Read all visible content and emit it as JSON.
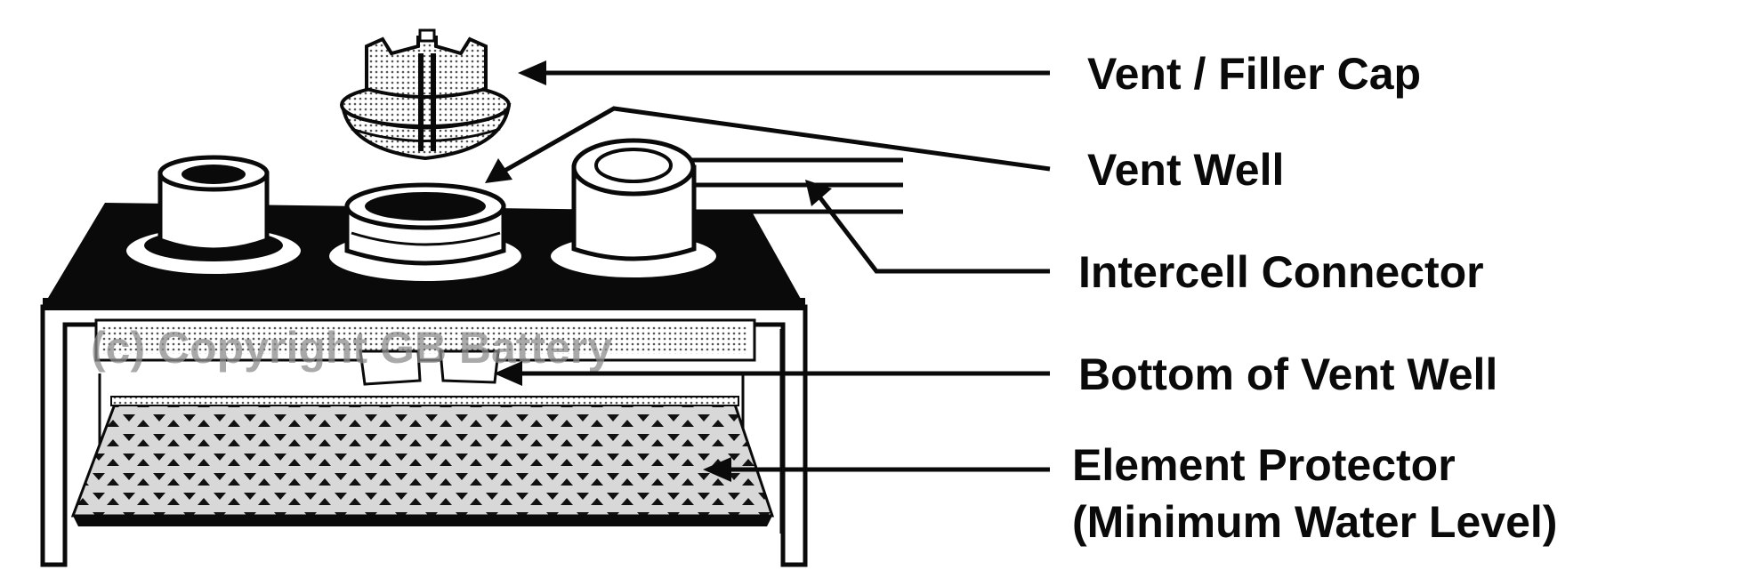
{
  "labels": {
    "vent_filler_cap": "Vent / Filler Cap",
    "vent_well": "Vent Well",
    "intercell_connector": "Intercell Connector",
    "bottom_of_vent_well": "Bottom of Vent Well",
    "element_protector": "Element Protector",
    "minimum_water_level": "(Minimum Water Level)"
  },
  "watermark": "(c) Copyright GB Battery",
  "colors": {
    "ink": "#0a0a0a",
    "paper": "#ffffff",
    "watermark": "#8c8c8c"
  }
}
